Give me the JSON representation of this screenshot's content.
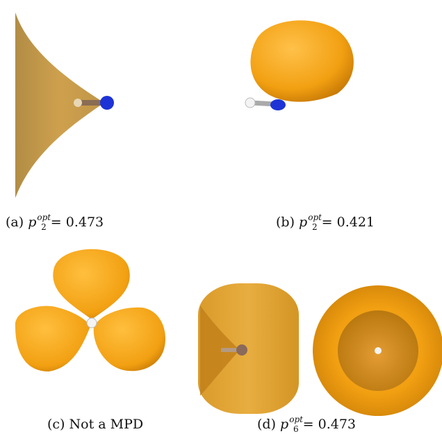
{
  "figure": {
    "panels": [
      {
        "id": "a",
        "label": "(a)",
        "var": "p",
        "sub": "2",
        "sup": "opt",
        "eq": "= 0.473"
      },
      {
        "id": "b",
        "label": "(b)",
        "var": "p",
        "sub": "2",
        "sup": "opt",
        "eq": "= 0.421"
      },
      {
        "id": "c",
        "label": "(c)",
        "text": "Not a MPD"
      },
      {
        "id": "d",
        "label": "(d)",
        "var": "p",
        "sub": "6",
        "sup": "opt",
        "eq": "= 0.473"
      }
    ]
  },
  "colors": {
    "orange": "#f2a012",
    "orange_shadow": "#c87a05",
    "translucent": "#c8902e",
    "nitrogen": "#1d33d6",
    "hydrogen": "#f4f4f4"
  }
}
